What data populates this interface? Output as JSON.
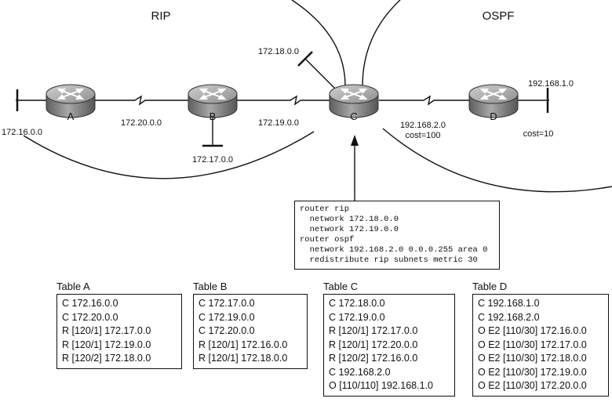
{
  "domains": {
    "left": "RIP",
    "right": "OSPF"
  },
  "routers": [
    {
      "id": "A",
      "label": "A"
    },
    {
      "id": "B",
      "label": "B"
    },
    {
      "id": "C",
      "label": "C"
    },
    {
      "id": "D",
      "label": "D"
    }
  ],
  "networks": {
    "stub_a": "172.16.0.0",
    "link_ab": "172.20.0.0",
    "stub_b": "172.17.0.0",
    "link_bc": "172.19.0.0",
    "stub_c": "172.18.0.0",
    "link_cd": "192.168.2.0",
    "link_cd_cost": "cost=100",
    "stub_d": "192.168.1.0",
    "stub_d_cost": "cost=10"
  },
  "config_lines": [
    "router rip",
    "  network 172.18.0.0",
    "  network 172.19.0.0",
    "router ospf",
    "  network 192.168.2.0 0.0.0.255 area 0",
    "  redistribute rip subnets metric 30"
  ],
  "tables": [
    {
      "title": "Table A",
      "rows": [
        "C 172.16.0.0",
        "C 172.20.0.0",
        "R [120/1] 172.17.0.0",
        "R [120/1] 172.19.0.0",
        "R [120/2] 172.18.0.0"
      ]
    },
    {
      "title": "Table B",
      "rows": [
        "C 172.17.0.0",
        "C 172.19.0.0",
        "C 172.20.0.0",
        "R [120/1] 172.16.0.0",
        "R [120/1] 172.18.0.0"
      ]
    },
    {
      "title": "Table C",
      "rows": [
        "C 172.18.0.0",
        "C 172.19.0.0",
        "R [120/1] 172.17.0.0",
        "R [120/1] 172.20.0.0",
        "R [120/2] 172.16.0.0",
        "C 192.168.2.0",
        "O [110/110] 192.168.1.0"
      ]
    },
    {
      "title": "Table D",
      "rows": [
        "C 192.168.1.0",
        "C 192.168.2.0",
        "O E2 [110/30] 172.16.0.0",
        "O E2 [110/30] 172.17.0.0",
        "O E2 [110/30] 172.18.0.0",
        "O E2 [110/30] 172.19.0.0",
        "O E2 [110/30] 172.20.0.0"
      ]
    }
  ]
}
